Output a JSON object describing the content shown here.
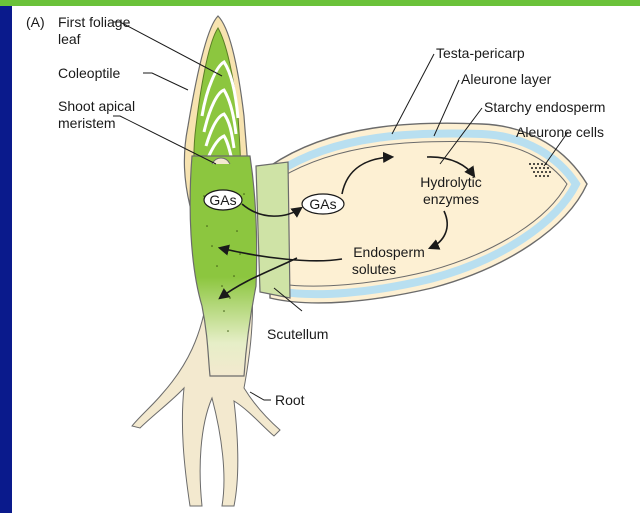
{
  "panel_label": "(A)",
  "labels": {
    "first_foliage_leaf_1": "First foliage",
    "first_foliage_leaf_2": "leaf",
    "coleoptile": "Coleoptile",
    "shoot_apical_meristem_1": "Shoot apical",
    "shoot_apical_meristem_2": "meristem",
    "testa_pericarp": "Testa-pericarp",
    "aleurone_layer": "Aleurone layer",
    "starchy_endosperm": "Starchy endosperm",
    "aleurone_cells": "Aleurone cells",
    "gas_embryo": "GAs",
    "gas_scutellum": "GAs",
    "hydrolytic_enzymes_1": "Hydrolytic",
    "hydrolytic_enzymes_2": "enzymes",
    "endosperm_solutes_1": "Endosperm",
    "endosperm_solutes_2": "solutes",
    "scutellum": "Scutellum",
    "root": "Root"
  },
  "colors": {
    "frame_blue": "#0a1a8c",
    "frame_green": "#6bc23a",
    "seedling_green": "#8cc63f",
    "endosperm_cream": "#fdf0d3",
    "aleurone_blue": "#b8dff0",
    "root_cream": "#f3e9cf"
  }
}
